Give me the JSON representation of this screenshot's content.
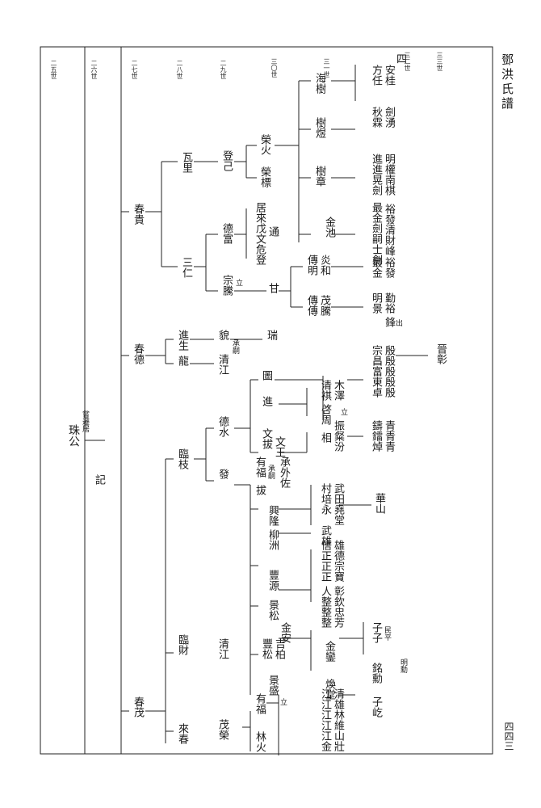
{
  "header": {
    "title": "鄧洪氏譜",
    "page_number": "四四三"
  },
  "generations": [
    "二五世",
    "二六世",
    "二七世",
    "二八世",
    "二九世",
    "三〇世",
    "三一世",
    "三二世",
    "三三世"
  ],
  "root": {
    "name": "珠公",
    "note": "嘗遷居"
  },
  "branch_ji": "記",
  "sons": {
    "chun_gui": "春貴",
    "chun_de": "春德",
    "chun_mao": "春茂"
  },
  "gui_line": {
    "wa_li": "瓦里",
    "deng_ji": "登己",
    "rong_huo": "榮火",
    "rong_biao": "榮標",
    "san_ren": "三仁",
    "de_fu": "德富",
    "sons_defu": "居來戊文危登",
    "tong": "通",
    "zong_teng": "宗騰",
    "li": "立",
    "gan": "甘",
    "hai_shu": "海樹",
    "fang_ren": "方任",
    "an_gui": "安桂",
    "si": "四",
    "shu_yu": "樹煜",
    "qiu_lin": "秋霖",
    "jian_yong": "劍湧",
    "shu_zhang": "樹章",
    "jin_jian": "進進晃劍",
    "ming_nan": "明權南棋",
    "jin_chi": "金池",
    "sheng_jin": "最金劍嗣士劍",
    "yu_fa": "裕發清財峰",
    "chuan_ming": "傳明",
    "yan_he": "炎和",
    "sheng_jin2": "最金",
    "yu_fa2": "裕發",
    "chuan_chuan": "傳傳",
    "mao_teng": "茂騰",
    "ming_jing": "明景",
    "qin_yu": "勤裕",
    "feng": "鋒",
    "chu": "出"
  },
  "de_line": {
    "jin_sheng": "進生",
    "mao": "貌",
    "rui": "瑞",
    "long": "龍",
    "qing_jiang": "清江",
    "cheng_si": "承嗣"
  },
  "mao_line": {
    "lin_zhi": "臨枝",
    "de_shui": "德水",
    "jin": "進",
    "tu": "圖",
    "qing_ji": "清祺",
    "mu_ze": "木澤",
    "qi_zhou": "啓周",
    "li": "立",
    "zong_chang": "宗昌富東卓",
    "yin_yin": "殷殷殷殷殷",
    "qing_zhang": "晉彰",
    "wen_ba": "文拔",
    "wen_wang": "文王",
    "xiang": "相",
    "zhen_fen": "振粲汾",
    "zhu_lin": "鑄鐳焯",
    "qing_qing": "青青青",
    "fa": "發",
    "you_fu": "有福",
    "cheng_si": "承嗣",
    "ba": "拔",
    "cheng_wai": "承外佐",
    "xing_long": "興隆",
    "cun_fu": "村培永",
    "wu_tian": "武田堯堂",
    "hua_shan": "華山",
    "liu_zhou": "柳洲",
    "wu_xiong": "武雄",
    "feng_yuan": "豐源",
    "xin_zheng": "信正正正",
    "xiong_de": "雄德宗寶",
    "jing_song": "景松",
    "jin_an": "金安",
    "ren_zheng": "人整整整",
    "zhang_xin": "彰欽忠芳",
    "lin_cai": "臨財",
    "qing_jiang": "清江",
    "feng_song": "豐松",
    "ji_bo": "吉柏",
    "jing_sheng": "景盛",
    "jin_lei": "金鑾",
    "huan_tang": "煥堂",
    "zi_zi": "子子",
    "min_ping": "民平",
    "ming_qin": "銘勳",
    "zi_qi": "子屹",
    "lai_chun": "來春",
    "mao_rong": "茂榮",
    "you_fu2": "有福",
    "lin_huo": "林火",
    "jiang_jiang": "江江江江江金",
    "qing_xiong": "清雄林維山壯",
    "li2": "立",
    "ming_yu": "明勳"
  }
}
